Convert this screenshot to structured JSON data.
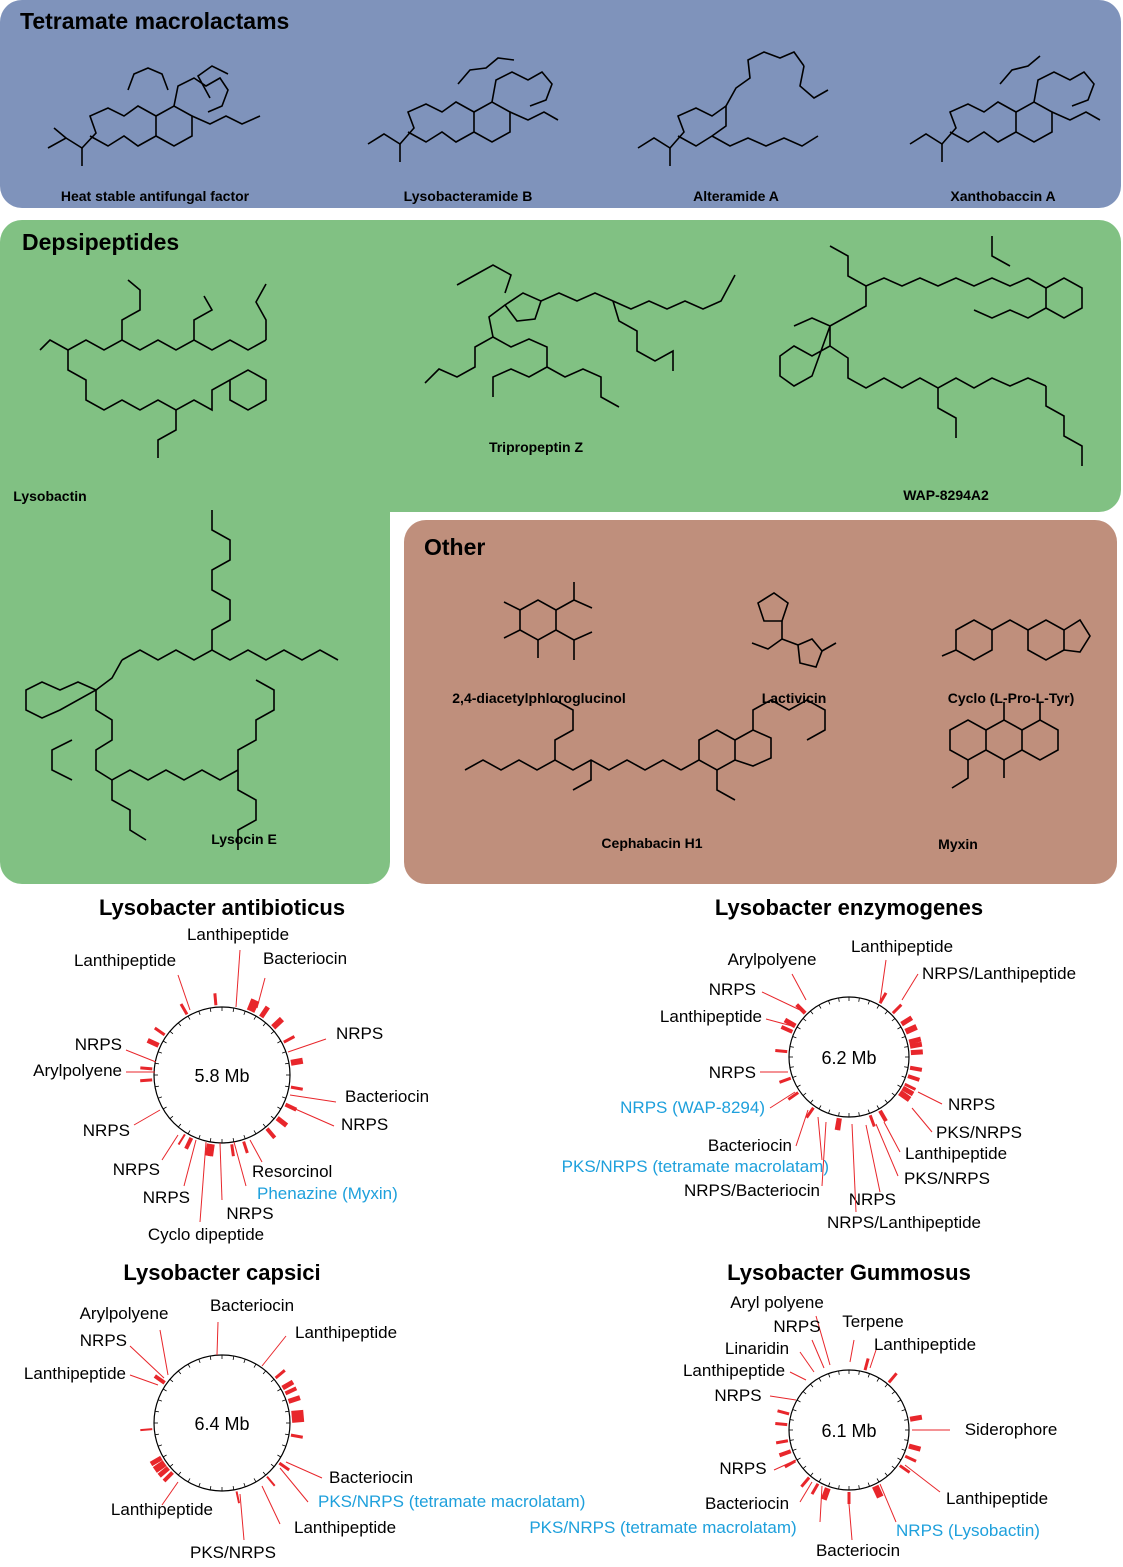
{
  "colors": {
    "tetramate_panel": "#7f93bb",
    "depsipeptide_panel": "#81c183",
    "other_panel": "#bf8f7c",
    "gene_cluster_tick": "#e8262b",
    "highlight_label": "#1ea0dc",
    "label": "#000000"
  },
  "panels": {
    "tetramate": {
      "title": "Tetramate macrolactams",
      "compounds": [
        "Heat stable antifungal factor",
        "Lysobacteramide B",
        "Alteramide A",
        "Xanthobaccin A"
      ]
    },
    "depsipeptides": {
      "title": "Depsipeptides",
      "compounds": [
        "Lysobactin",
        "Tripropeptin Z",
        "WAP-8294A2",
        "Lysocin E"
      ]
    },
    "other": {
      "title": "Other",
      "compounds": [
        "2,4-diacetylphloroglucinol",
        "Lactivicin",
        "Cyclo (L-Pro-L-Tyr)",
        "Cephabacin H1",
        "Myxin"
      ]
    }
  },
  "genomes": [
    {
      "title": "Lysobacter antibioticus",
      "size": "5.8 Mb",
      "labels": [
        "Lanthipeptide",
        "Bacteriocin",
        "Lanthipeptide",
        "NRPS",
        "NRPS",
        "Arylpolyene",
        "Bacteriocin",
        "NRPS",
        "NRPS",
        "NRPS",
        "Resorcinol",
        "Phenazine (Myxin)",
        "NRPS",
        "NRPS",
        "Cyclo dipeptide"
      ]
    },
    {
      "title": "Lysobacter enzymogenes",
      "size": "6.2 Mb",
      "labels": [
        "Lanthipeptide",
        "Arylpolyene",
        "NRPS/Lanthipeptide",
        "NRPS",
        "Lanthipeptide",
        "NRPS",
        "NRPS",
        "NRPS (WAP-8294)",
        "PKS/NRPS",
        "Bacteriocin",
        "Lanthipeptide",
        "PKS/NRPS (tetramate macrolatam)",
        "PKS/NRPS",
        "NRPS/Bacteriocin",
        "NRPS",
        "NRPS/Lanthipeptide"
      ]
    },
    {
      "title": "Lysobacter capsici",
      "size": "6.4 Mb",
      "labels": [
        "Bacteriocin",
        "Arylpolyene",
        "Lanthipeptide",
        "NRPS",
        "Lanthipeptide",
        "Bacteriocin",
        "PKS/NRPS (tetramate macrolatam)",
        "Lanthipeptide",
        "Lanthipeptide",
        "PKS/NRPS"
      ]
    },
    {
      "title": "Lysobacter Gummosus",
      "size": "6.1 Mb",
      "labels": [
        "Aryl polyene",
        "NRPS",
        "Terpene",
        "Linaridin",
        "Lanthipeptide",
        "Lanthipeptide",
        "NRPS",
        "Siderophore",
        "NRPS",
        "Lanthipeptide",
        "Bacteriocin",
        "PKS/NRPS (tetramate macrolatam)",
        "NRPS (Lysobactin)",
        "Bacteriocin"
      ]
    }
  ]
}
